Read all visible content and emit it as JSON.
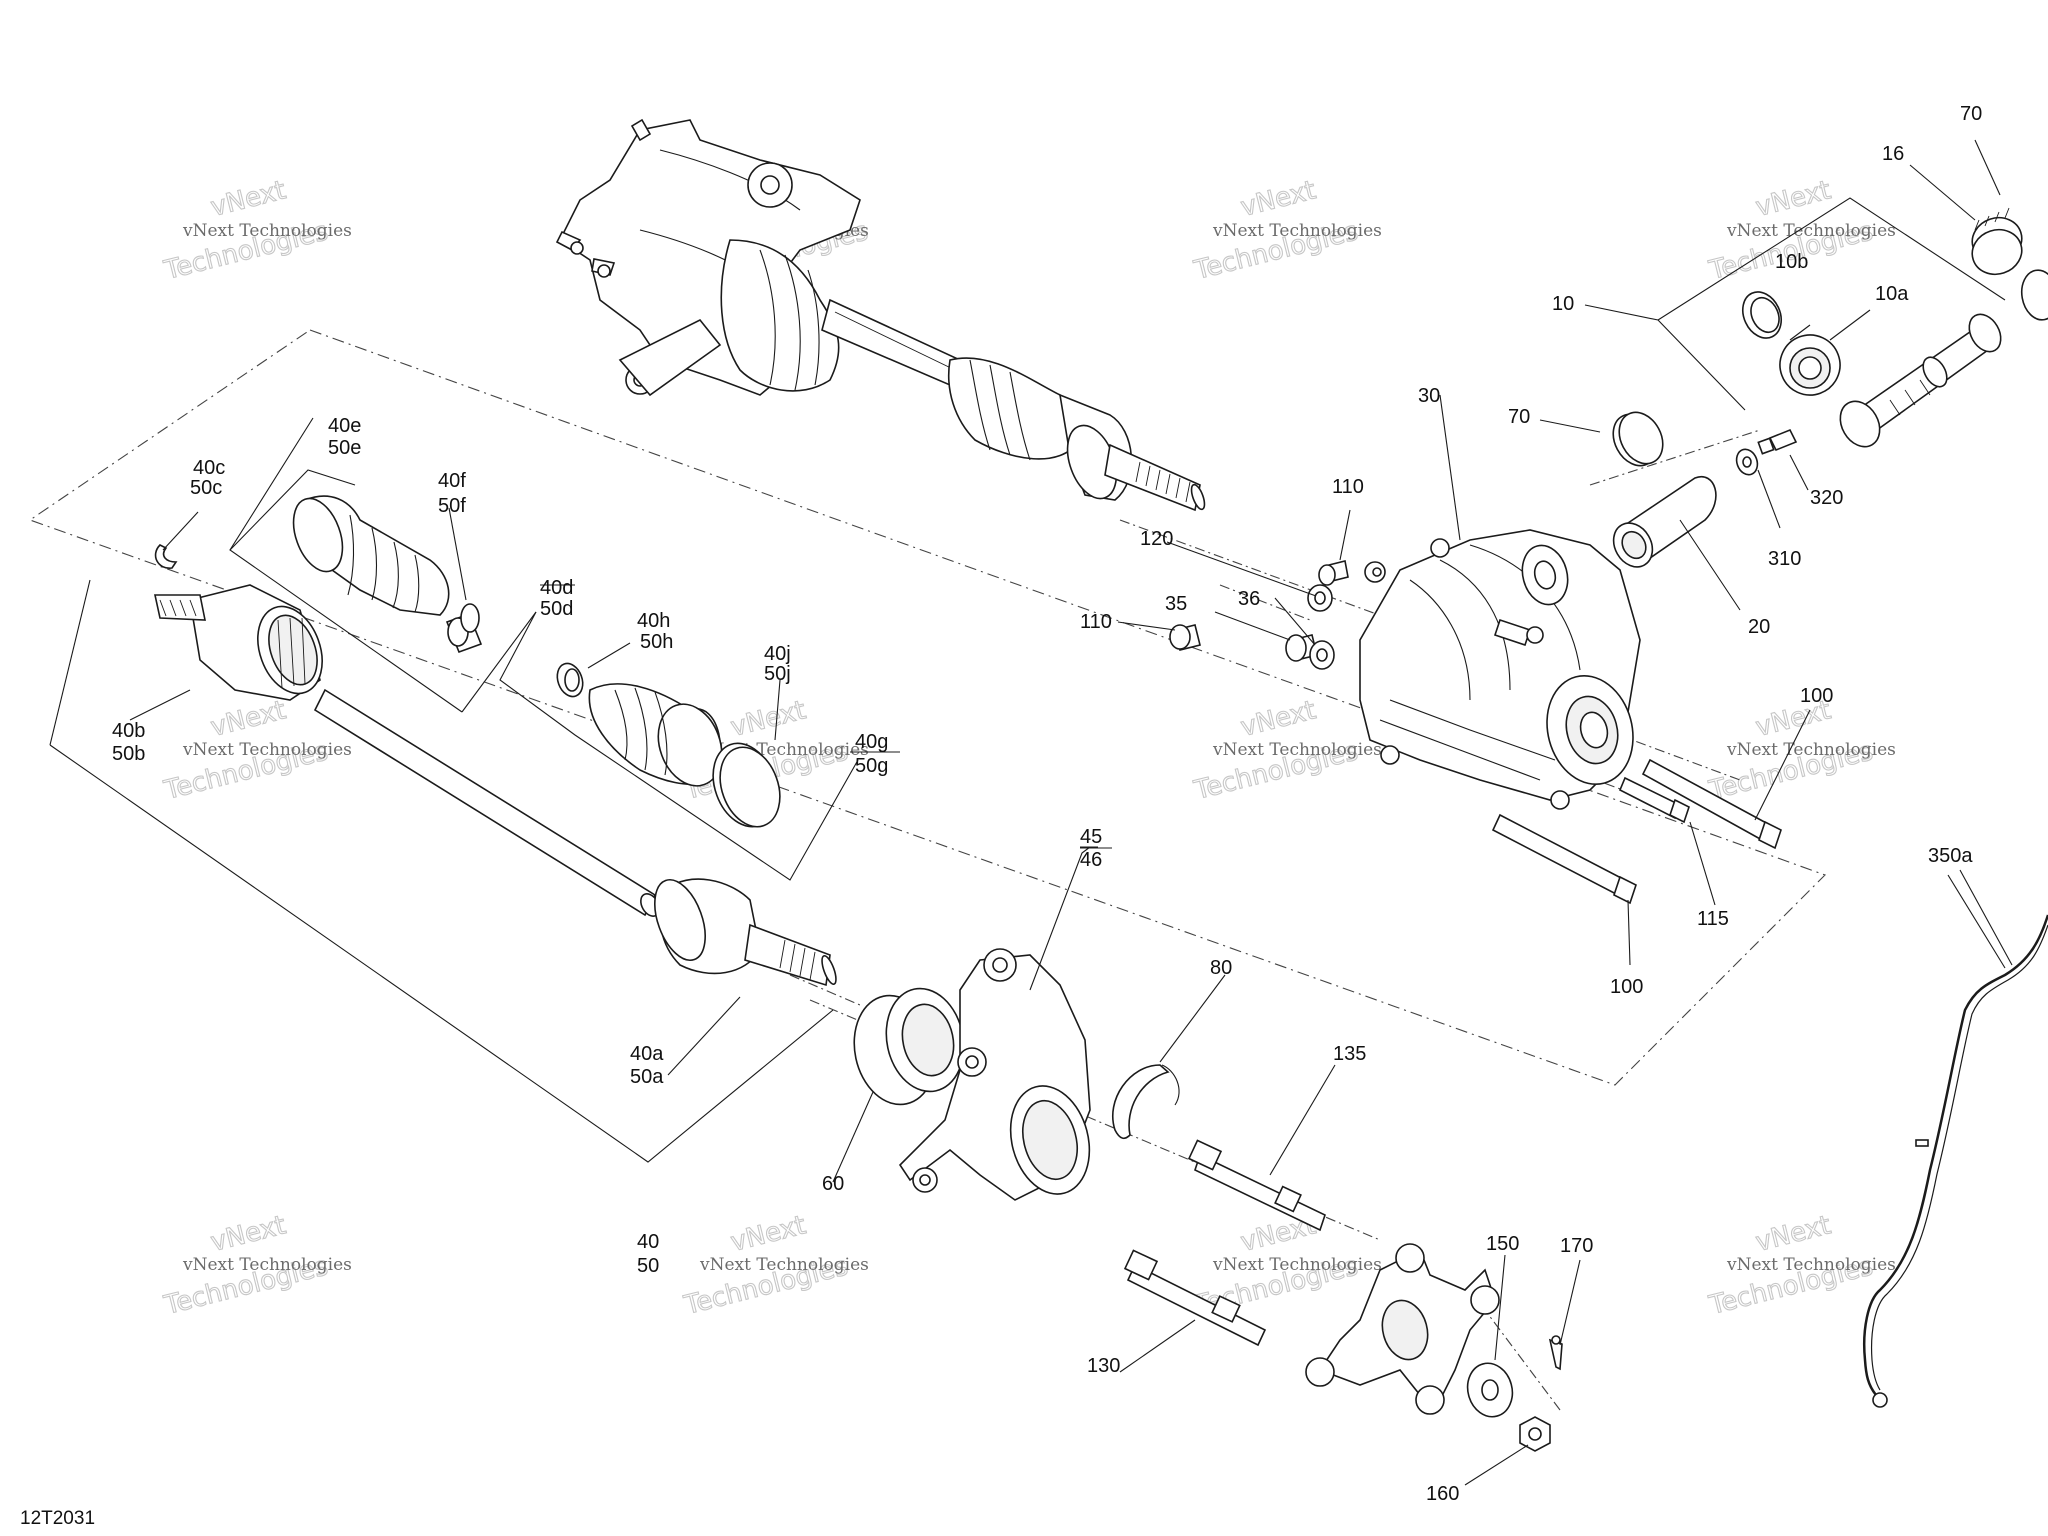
{
  "diagram_code": "12T2031",
  "watermark": {
    "line1": "vNext Technologies",
    "line2": "Technologies",
    "line0": "vNext"
  },
  "callouts": {
    "c10": "10",
    "c10a": "10a",
    "c10b": "10b",
    "c16": "16",
    "c20": "20",
    "c30": "30",
    "c35": "35",
    "c36": "36",
    "c40": "40",
    "c50": "50",
    "c40a": "40a",
    "c50a": "50a",
    "c40b": "40b",
    "c50b": "50b",
    "c40c": "40c",
    "c50c": "50c",
    "c40d": "40d",
    "c50d": "50d",
    "c40e": "40e",
    "c50e": "50e",
    "c40f": "40f",
    "c50f": "50f",
    "c40g": "40g",
    "c50g": "50g",
    "c40h": "40h",
    "c50h": "50h",
    "c40j": "40j",
    "c50j": "50j",
    "c45": "45",
    "c46": "46",
    "c60": "60",
    "c70_top": "70",
    "c70_mid": "70",
    "c80": "80",
    "c100_right": "100",
    "c100_bottom": "100",
    "c110_top": "110",
    "c110_left": "110",
    "c115": "115",
    "c120": "120",
    "c130": "130",
    "c135": "135",
    "c150": "150",
    "c160": "160",
    "c170": "170",
    "c310": "310",
    "c320": "320",
    "c350a": "350a"
  }
}
